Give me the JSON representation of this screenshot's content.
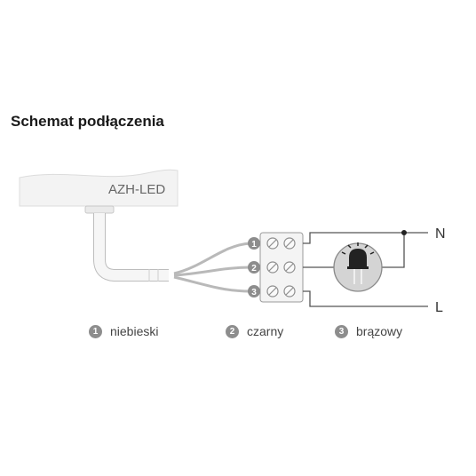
{
  "title": "Schemat podłączenia",
  "device_label": "AZH-LED",
  "terminals": [
    "1",
    "2",
    "3"
  ],
  "lines": {
    "neutral": "N",
    "live": "L"
  },
  "legend": [
    {
      "num": "1",
      "label": "niebieski"
    },
    {
      "num": "2",
      "label": "czarny"
    },
    {
      "num": "3",
      "label": "brązowy"
    }
  ],
  "colors": {
    "wire": "#555555",
    "legend_badge": "#8d8d8d",
    "device_body": "#f2f2f2"
  },
  "icons": [
    "lamp-icon",
    "screw-terminal-icon"
  ]
}
